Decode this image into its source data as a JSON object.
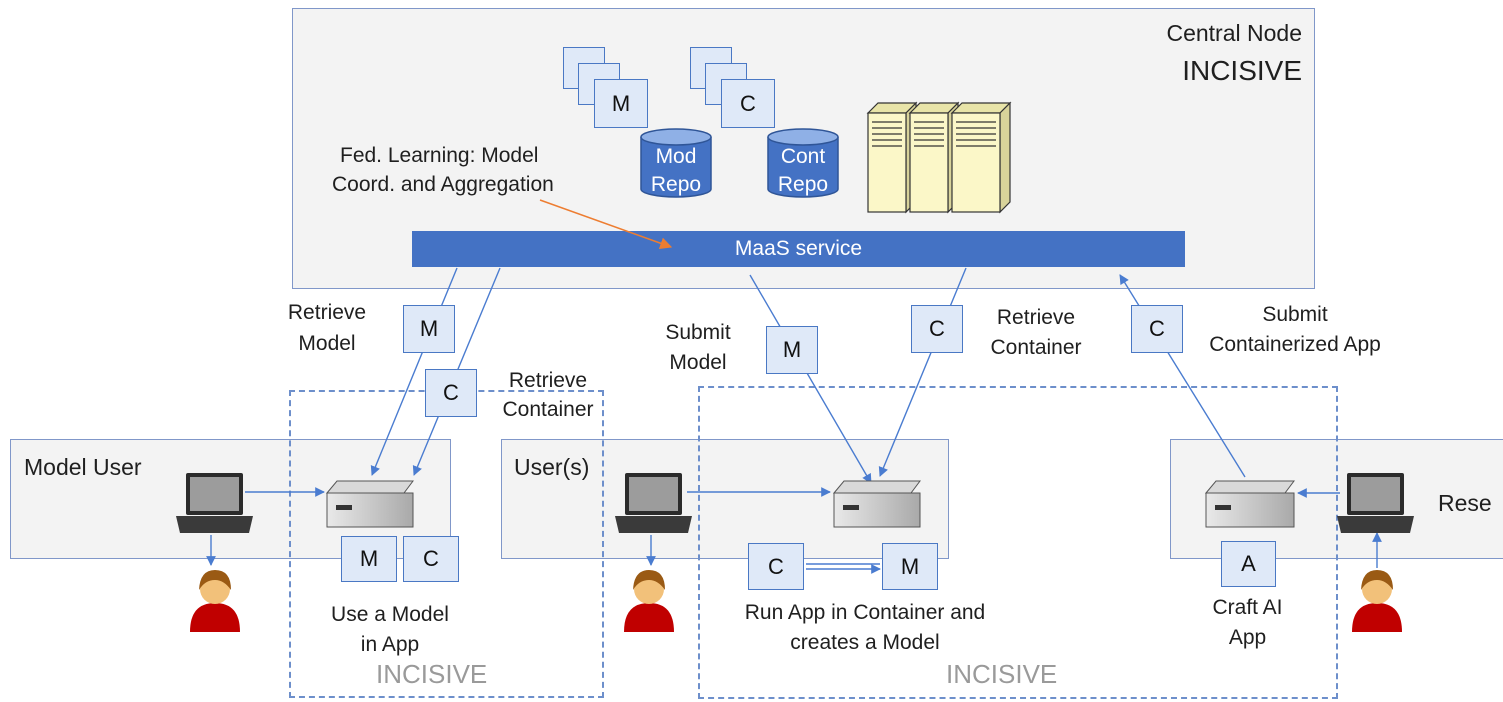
{
  "central": {
    "title": "Central Node",
    "subtitle": "INCISIVE"
  },
  "stack_labels": {
    "model": "M",
    "container": "C"
  },
  "repos": {
    "model": [
      "Mod",
      "Repo"
    ],
    "container": [
      "Cont",
      "Repo"
    ]
  },
  "fed_learning": [
    "Fed. Learning: Model",
    "Coord. and Aggregation"
  ],
  "maas": "MaaS service",
  "flows": {
    "retrieve_model": {
      "label": [
        "Retrieve",
        "Model"
      ],
      "tag": "M"
    },
    "retrieve_container_left": {
      "label": [
        "Retrieve",
        "Container"
      ],
      "tag": "C"
    },
    "submit_model": {
      "label": [
        "Submit",
        "Model"
      ],
      "tag": "M"
    },
    "retrieve_container_mid": {
      "label": [
        "Retrieve",
        "Container"
      ],
      "tag": "C"
    },
    "submit_app": {
      "label": [
        "Submit",
        "Containerized App"
      ],
      "tag": "C"
    }
  },
  "sites": {
    "model_user": {
      "title": "Model User",
      "tags": [
        "M",
        "C"
      ],
      "caption": [
        "Use a Model",
        "in App"
      ]
    },
    "users": {
      "title": "User(s)",
      "tags": [
        "C",
        "M"
      ],
      "caption": [
        "Run App in Container and",
        "creates a Model"
      ]
    },
    "researcher": {
      "title": "Rese",
      "tag": "A",
      "caption": [
        "Craft AI",
        "App"
      ]
    }
  },
  "incisive_left": "INCISIVE",
  "incisive_right": "INCISIVE",
  "colors": {
    "maas_bar": "#4472c4",
    "arrow": "#4a7cd0",
    "orange_arrow": "#ed7d31",
    "tag_fill": "#dfe9f8",
    "person": "#c00000",
    "server": "#fbf7c8"
  }
}
